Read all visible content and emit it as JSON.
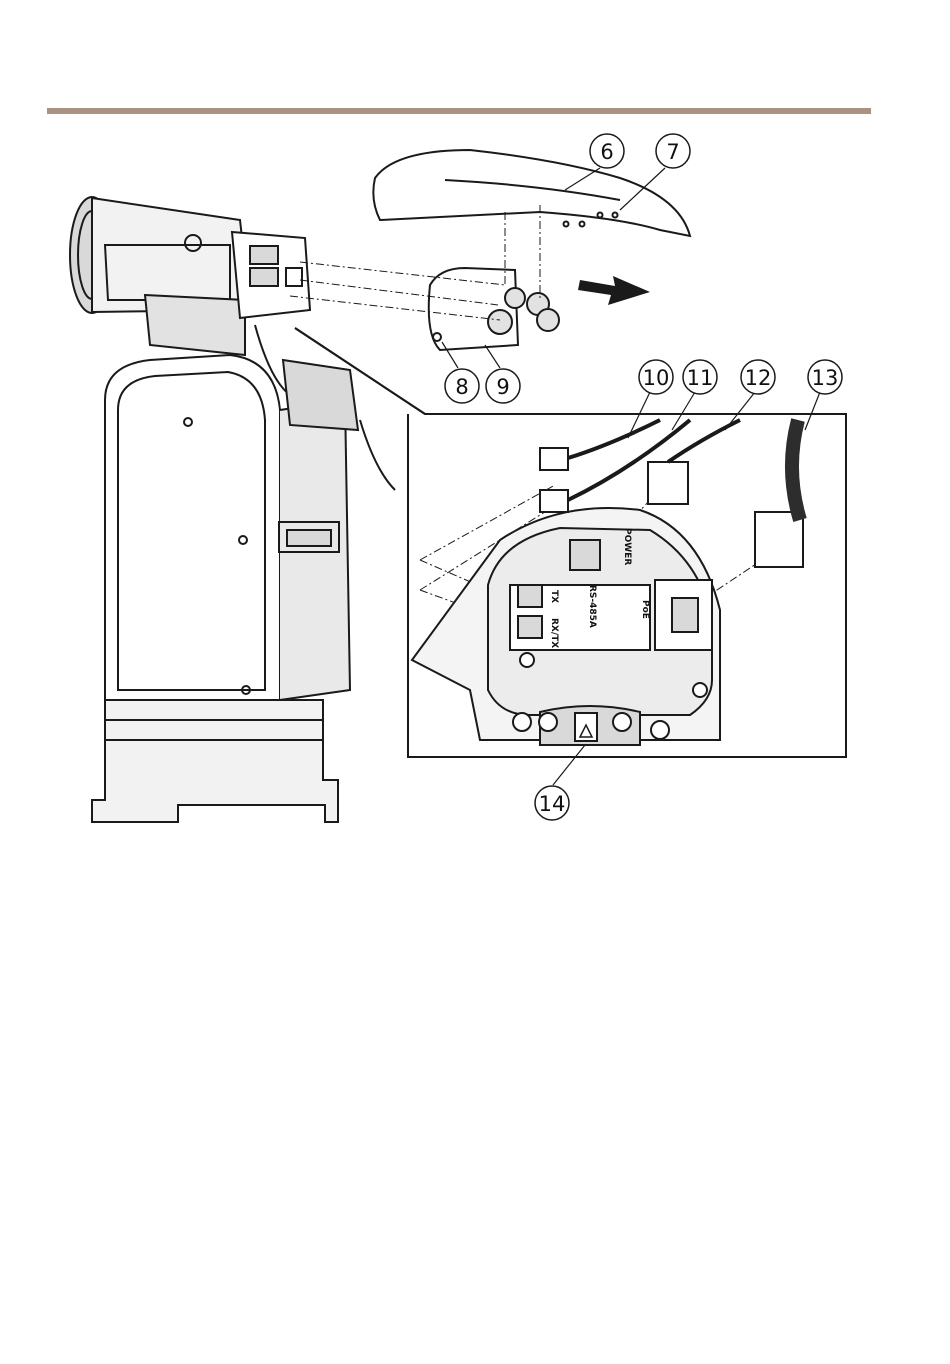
{
  "theme": {
    "rule_color": "#a99282",
    "line_color": "#1a1a1a",
    "fill_light": "#f2f2f2",
    "fill_mid": "#d9d9d9"
  },
  "callouts": [
    "6",
    "7",
    "8",
    "9",
    "10",
    "11",
    "12",
    "13",
    "14"
  ],
  "connector_labels": {
    "power": "POWER",
    "rs485": "RS-485A",
    "poe": "PoE",
    "tx": "TX",
    "rxtx": "RX/TX"
  },
  "icons": {
    "direction_arrow": "arrow-right-icon",
    "warning_triangle": "triangle-icon"
  }
}
